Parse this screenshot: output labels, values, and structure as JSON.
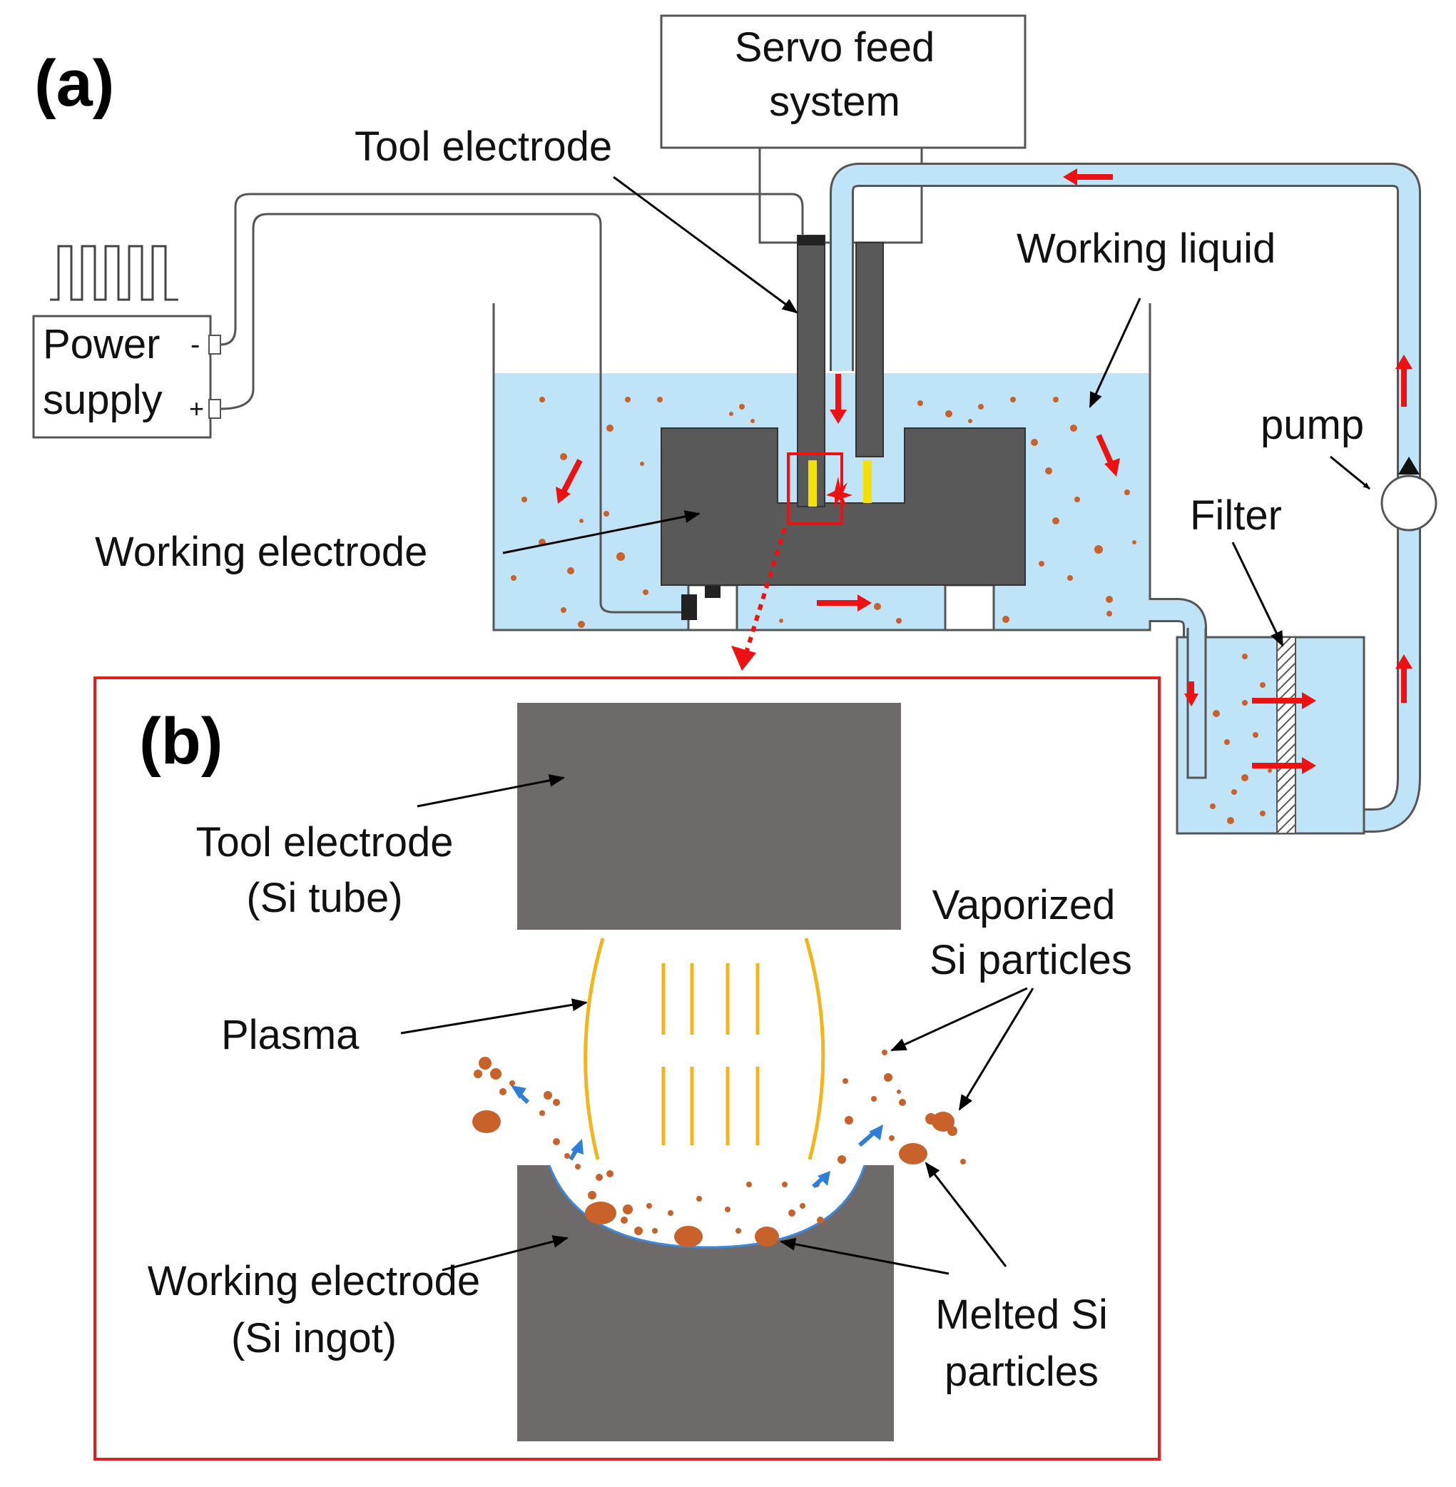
{
  "panel_a": {
    "tag": "(a)",
    "servo_line1": "Servo feed",
    "servo_line2": "system",
    "tool_electrode": "Tool electrode",
    "working_liquid": "Working liquid",
    "power_line1": "Power",
    "power_line2": "supply",
    "minus": "-",
    "plus": "+",
    "pump": "pump",
    "filter": "Filter",
    "working_electrode": "Working electrode"
  },
  "panel_b": {
    "tag": "(b)",
    "tool_line1": "Tool electrode",
    "tool_line2": "(Si tube)",
    "vaporized_line1": "Vaporized",
    "vaporized_line2": "Si particles",
    "plasma": "Plasma",
    "work_line1": "Working electrode",
    "work_line2": "(Si ingot)",
    "melted_line1": "Melted Si",
    "melted_line2": "particles"
  },
  "colors": {
    "liquid": "#bfe3f7",
    "electrode": "#595959",
    "electrode_b": "#6f6a6a",
    "flow_arrow": "#ee1111",
    "frame_b": "#e02020",
    "particle": "#c8612a",
    "plasma": "#f2b51c",
    "escape_arrow": "#2f7fd8"
  }
}
